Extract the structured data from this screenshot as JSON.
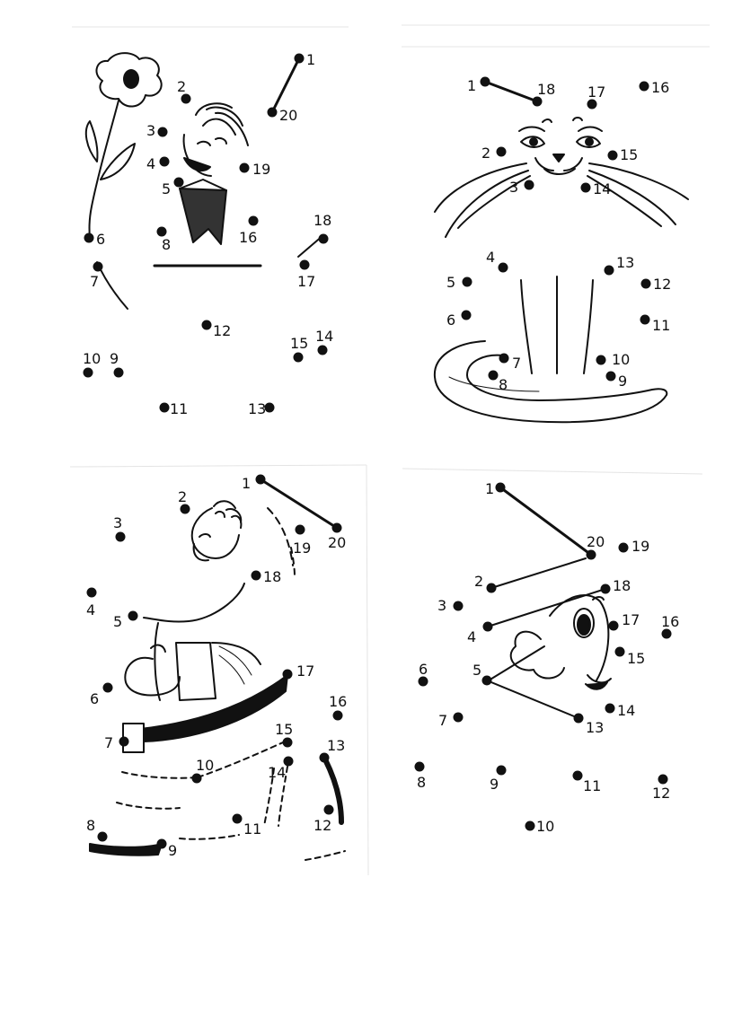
{
  "panels": [
    {
      "id": "boy-with-flower",
      "dots": [
        {
          "n": "1"
        },
        {
          "n": "2"
        },
        {
          "n": "3"
        },
        {
          "n": "4"
        },
        {
          "n": "5"
        },
        {
          "n": "6"
        },
        {
          "n": "7"
        },
        {
          "n": "8"
        },
        {
          "n": "9"
        },
        {
          "n": "10"
        },
        {
          "n": "11"
        },
        {
          "n": "12"
        },
        {
          "n": "13"
        },
        {
          "n": "14"
        },
        {
          "n": "15"
        },
        {
          "n": "16"
        },
        {
          "n": "17"
        },
        {
          "n": "18"
        },
        {
          "n": "19"
        },
        {
          "n": "20"
        }
      ]
    },
    {
      "id": "cat",
      "dots": [
        {
          "n": "1"
        },
        {
          "n": "2"
        },
        {
          "n": "3"
        },
        {
          "n": "4"
        },
        {
          "n": "5"
        },
        {
          "n": "6"
        },
        {
          "n": "7"
        },
        {
          "n": "8"
        },
        {
          "n": "9"
        },
        {
          "n": "10"
        },
        {
          "n": "11"
        },
        {
          "n": "12"
        },
        {
          "n": "13"
        },
        {
          "n": "14"
        },
        {
          "n": "15"
        },
        {
          "n": "16"
        },
        {
          "n": "17"
        },
        {
          "n": "18"
        }
      ]
    },
    {
      "id": "man-with-hat",
      "dots": [
        {
          "n": "1"
        },
        {
          "n": "2"
        },
        {
          "n": "3"
        },
        {
          "n": "4"
        },
        {
          "n": "5"
        },
        {
          "n": "6"
        },
        {
          "n": "7"
        },
        {
          "n": "8"
        },
        {
          "n": "9"
        },
        {
          "n": "10"
        },
        {
          "n": "11"
        },
        {
          "n": "12"
        },
        {
          "n": "13"
        },
        {
          "n": "14"
        },
        {
          "n": "15"
        },
        {
          "n": "16"
        },
        {
          "n": "17"
        },
        {
          "n": "18"
        },
        {
          "n": "19"
        },
        {
          "n": "20"
        }
      ]
    },
    {
      "id": "fish",
      "dots": [
        {
          "n": "1"
        },
        {
          "n": "2"
        },
        {
          "n": "3"
        },
        {
          "n": "4"
        },
        {
          "n": "5"
        },
        {
          "n": "6"
        },
        {
          "n": "7"
        },
        {
          "n": "8"
        },
        {
          "n": "9"
        },
        {
          "n": "10"
        },
        {
          "n": "11"
        },
        {
          "n": "12"
        },
        {
          "n": "13"
        },
        {
          "n": "14"
        },
        {
          "n": "15"
        },
        {
          "n": "16"
        },
        {
          "n": "17"
        },
        {
          "n": "18"
        },
        {
          "n": "19"
        },
        {
          "n": "20"
        }
      ]
    }
  ],
  "colors": {
    "ink": "#111111",
    "paper": "#ffffff"
  }
}
